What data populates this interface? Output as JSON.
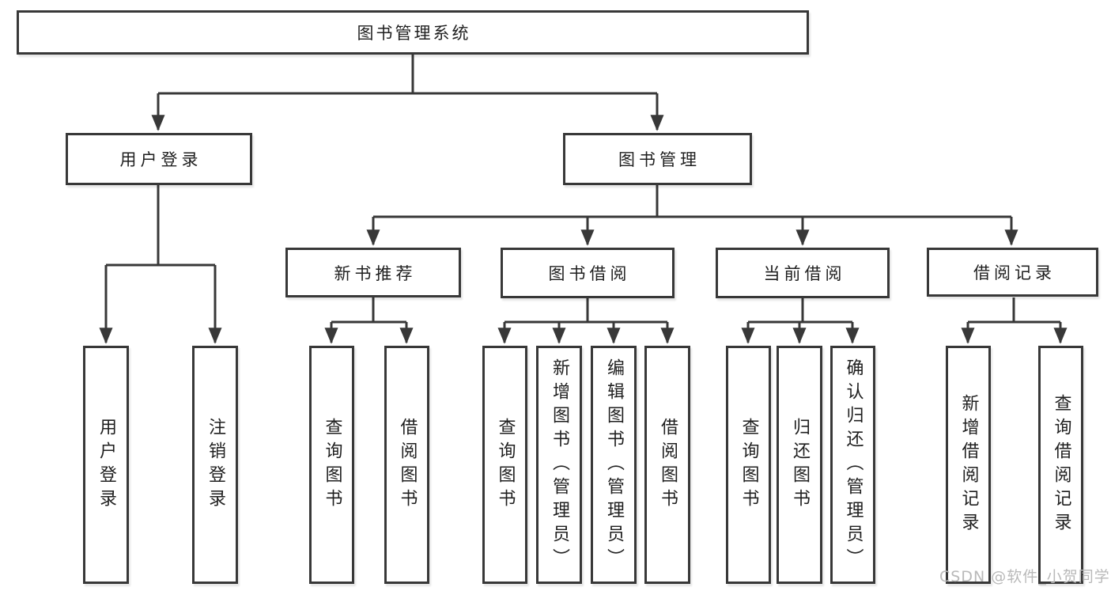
{
  "diagram_type": "functional-structure-tree",
  "colors": {
    "line": "#383838",
    "box_border": "#383838",
    "box_fill": "#ffffff",
    "text": "#1f1f1f",
    "watermark": "#b9b9b9",
    "background": "#ffffff"
  },
  "tree": {
    "label": "图书管理系统",
    "children": [
      {
        "label": "用户登录",
        "children": [
          {
            "label": "用户登录"
          },
          {
            "label": "注销登录"
          }
        ]
      },
      {
        "label": "图书管理",
        "children": [
          {
            "label": "新书推荐",
            "children": [
              {
                "label": "查询图书"
              },
              {
                "label": "借阅图书"
              }
            ]
          },
          {
            "label": "图书借阅",
            "children": [
              {
                "label": "查询图书"
              },
              {
                "label": "新增图书（管理员）"
              },
              {
                "label": "编辑图书（管理员）"
              },
              {
                "label": "借阅图书"
              }
            ]
          },
          {
            "label": "当前借阅",
            "children": [
              {
                "label": "查询图书"
              },
              {
                "label": "归还图书"
              },
              {
                "label": "确认归还（管理员）"
              }
            ]
          },
          {
            "label": "借阅记录",
            "children": [
              {
                "label": "新增借阅记录"
              },
              {
                "label": "查询借阅记录"
              }
            ]
          }
        ]
      }
    ]
  },
  "watermark": {
    "text": "CSDN @软件_小贺同学"
  }
}
